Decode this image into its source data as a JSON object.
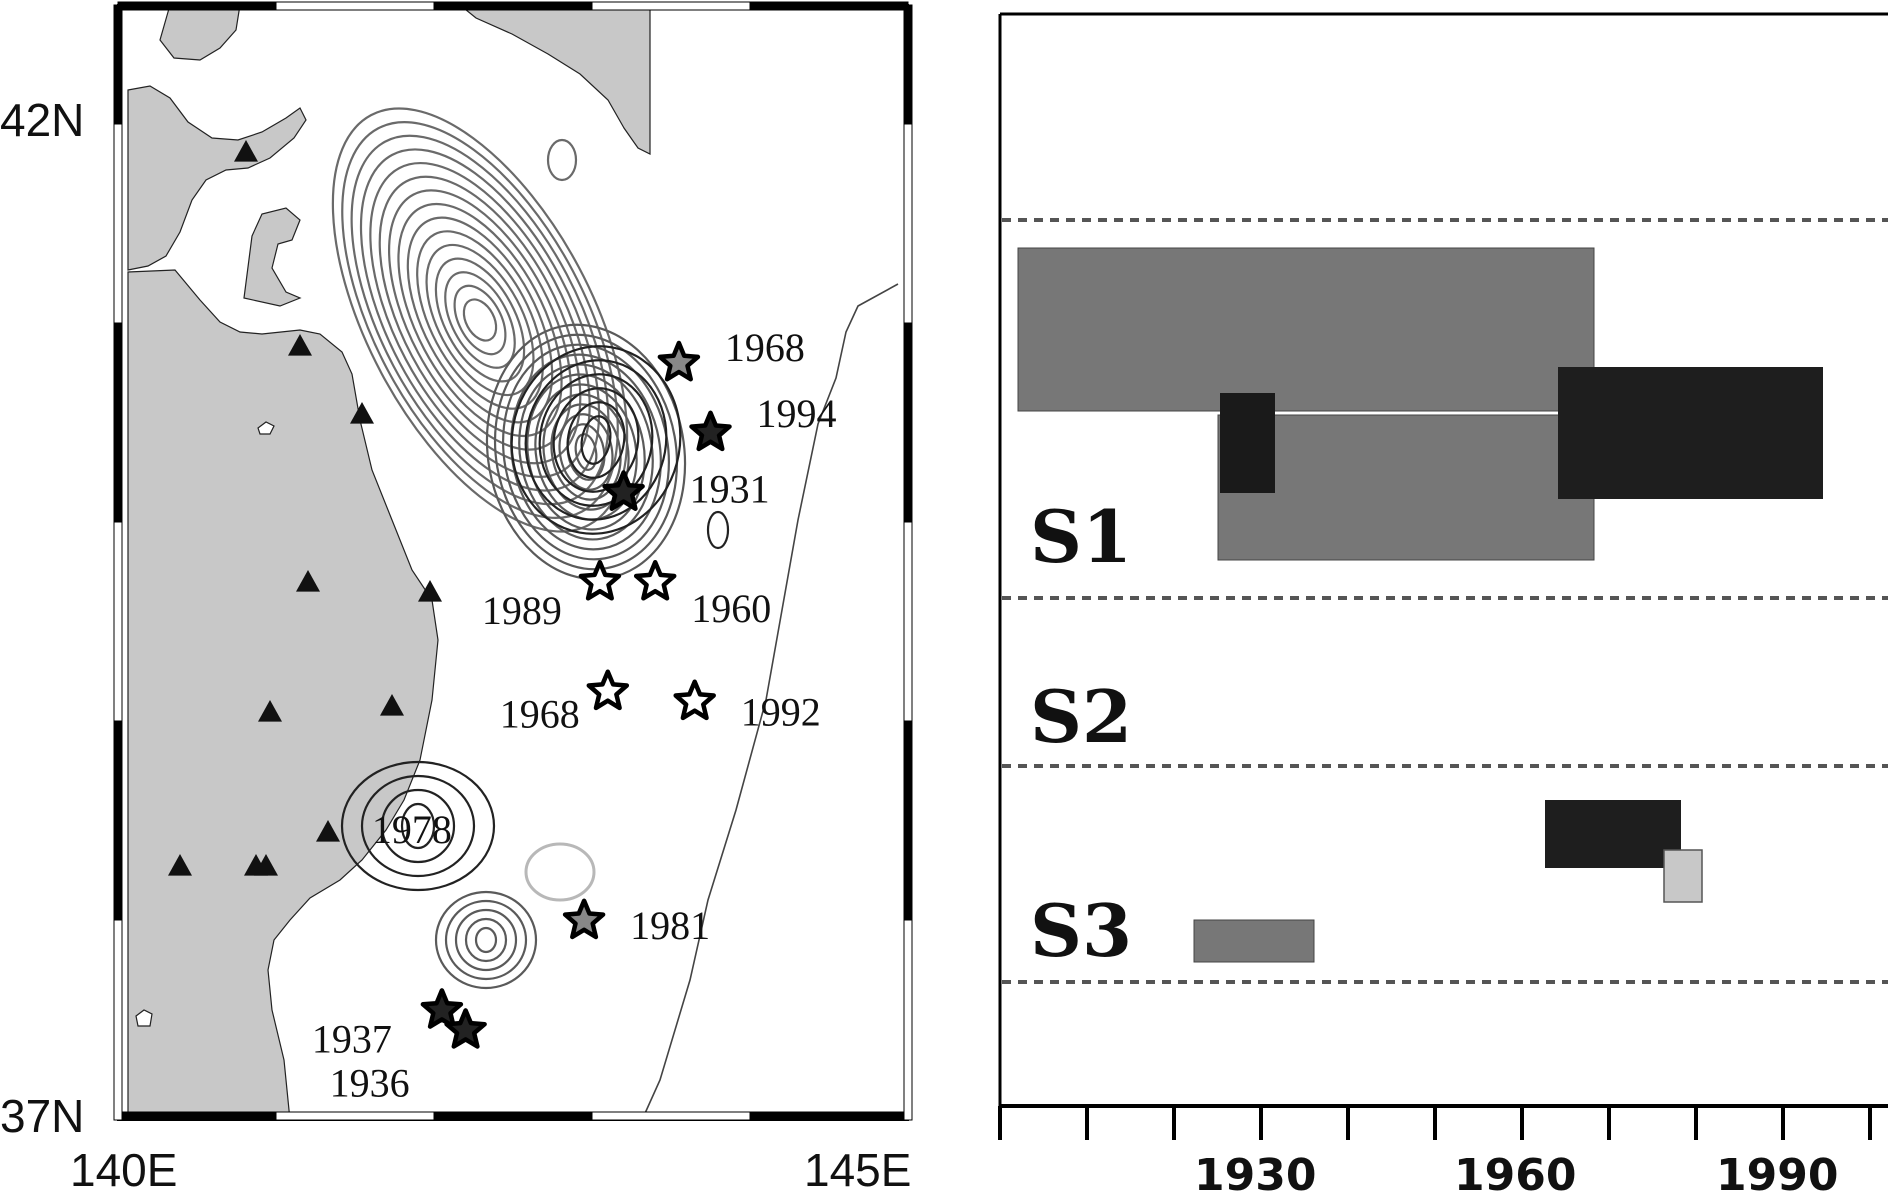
{
  "map": {
    "lat_labels": [
      "42N",
      "37N"
    ],
    "lon_labels": [
      "140E",
      "145E"
    ],
    "land_color": "#c8c8c8",
    "volcano_count": 11,
    "events": [
      {
        "year": "1968",
        "lon": 143.55,
        "lat": 40.8,
        "star": "filled-gray"
      },
      {
        "year": "1994",
        "lon": 143.75,
        "lat": 40.45,
        "star": "filled-black"
      },
      {
        "year": "1931",
        "lon": 143.2,
        "lat": 40.15,
        "star": "filled-black"
      },
      {
        "year": "1989",
        "lon": 143.05,
        "lat": 39.7,
        "star": "hollow"
      },
      {
        "year": "1960",
        "lon": 143.4,
        "lat": 39.7,
        "star": "hollow"
      },
      {
        "year": "1968",
        "lon": 143.1,
        "lat": 39.15,
        "star": "hollow"
      },
      {
        "year": "1992",
        "lon": 143.65,
        "lat": 39.1,
        "star": "hollow"
      },
      {
        "year": "1978",
        "lon": 142.05,
        "lat": 38.3,
        "star": "none"
      },
      {
        "year": "1981",
        "lon": 142.95,
        "lat": 38.0,
        "star": "filled-gray"
      },
      {
        "year": "1937",
        "lon": 142.05,
        "lat": 37.55,
        "star": "filled-black"
      },
      {
        "year": "1936",
        "lon": 142.2,
        "lat": 37.45,
        "star": "filled-black"
      }
    ]
  },
  "timeline": {
    "segments": [
      "S1",
      "S2",
      "S3"
    ],
    "axis_labels": [
      "1930",
      "1960",
      "1990"
    ],
    "colors": {
      "gray": "#777777",
      "black": "#1e1e1e",
      "light": "#c8c8c8"
    }
  }
}
